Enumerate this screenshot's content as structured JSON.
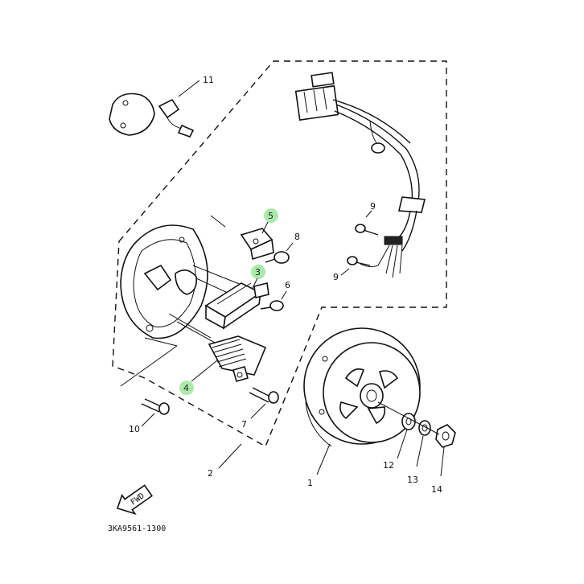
{
  "diagram_code": "3KA9561-1300",
  "fwd_arrow_text": "FWD",
  "highlight_color": "#9be89b",
  "callouts": {
    "c1": "1",
    "c2": "2",
    "c3": "3",
    "c4": "4",
    "c5": "5",
    "c6": "6",
    "c7": "7",
    "c8": "8",
    "c9a": "9",
    "c9b": "9",
    "c10": "10",
    "c11": "11",
    "c12": "12",
    "c13": "13",
    "c14": "14"
  },
  "highlighted_callouts": [
    "3",
    "4",
    "5"
  ]
}
